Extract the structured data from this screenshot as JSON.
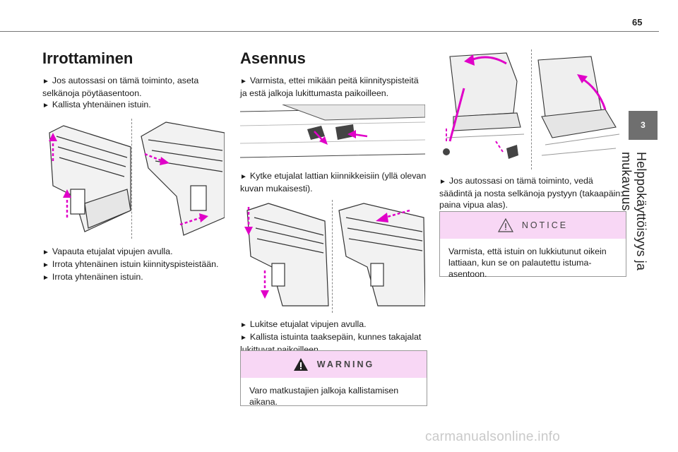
{
  "page_number": "65",
  "chapter": {
    "number": "3",
    "title": "Helppokäyttöisyys ja mukavuus"
  },
  "col1": {
    "heading": "Irrottaminen",
    "steps_top": [
      "Jos autossasi on tämä toiminto, aseta selkänoja pöytäasentoon.",
      "Kallista yhtenäinen istuin."
    ],
    "steps_bottom": [
      "Vapauta etujalat vipujen avulla.",
      "Irrota yhtenäinen istuin kiinnityspisteistään.",
      "Irrota yhtenäinen istuin."
    ]
  },
  "col2": {
    "heading": "Asennus",
    "step1": "Varmista, ettei mikään peitä kiinnityspisteitä ja estä jalkoja lukittumasta paikoilleen.",
    "step2": "Kytke etujalat lattian kiinnikkeisiin (yllä olevan kuvan mukaisesti).",
    "steps3": [
      "Lukitse etujalat vipujen avulla.",
      "Kallista istuinta taaksepäin, kunnes takajalat lukittuvat paikoilleen."
    ],
    "warning": {
      "label": "WARNING",
      "text": "Varo matkustajien jalkoja kallistamisen aikana."
    }
  },
  "col3": {
    "step1": "Jos autossasi on tämä toiminto, vedä säädintä ja nosta selkänoja pystyyn (takaapäin: paina vipua alas).",
    "notice": {
      "label": "NOTICE",
      "text": "Varmista, että istuin on lukkiutunut oikein lattiaan, kun se on palautettu istuma-asentoon."
    }
  },
  "bullet_glyph": "►",
  "watermark": "carmanualsonline.info",
  "colors": {
    "accent": "#e000c8",
    "box_header": "#f8d7f5",
    "tab": "#6f6f6f"
  }
}
